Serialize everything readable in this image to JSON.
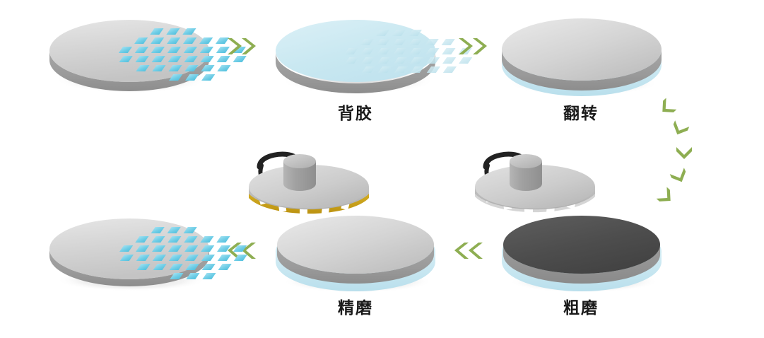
{
  "diagram": {
    "title_visible": false,
    "background": "#ffffff",
    "colors": {
      "wafer_top": "#d2d2d2",
      "wafer_top_light": "#e2e2e2",
      "wafer_edge": "#9b9b9b",
      "die_cyan": "#5ec8e4",
      "die_cyan_light": "#a9e4f2",
      "adhesive_blue": "#cfeaf2",
      "adhesive_blue_edge": "#bfe2ee",
      "rough_surface": "#4a4a4a",
      "rough_surface_light": "#585858",
      "chevron_green": "#8eae52",
      "grinder_gold": "#c9a21c",
      "grinder_gray": "#bdbdbd",
      "hub_gray": "#a8a8a8",
      "arrow_black": "#1a1a1a",
      "label_text": "#1a1a1a"
    },
    "steps": [
      {
        "id": "step-1-patterned-wafer",
        "label": "",
        "name": "patterned-wafer-front-side",
        "description": "patterned wafer with cyan dies on top"
      },
      {
        "id": "step-2-backside-adhesive",
        "label": "背胶",
        "name": "wafer-with-backing-tape",
        "description": "wafer covered with light blue adhesive film"
      },
      {
        "id": "step-3-flip",
        "label": "翻转",
        "name": "flipped-wafer",
        "description": "wafer flipped over, adhesive film on bottom"
      },
      {
        "id": "step-4-coarse-grind",
        "label": "粗磨",
        "name": "coarse-grinding",
        "description": "coarse grinding wheel over dark rough wafer surface"
      },
      {
        "id": "step-5-fine-grind",
        "label": "精磨",
        "name": "fine-grinding",
        "description": "fine grinding wheel with gold segments over smooth wafer"
      },
      {
        "id": "step-6-thinned-wafer",
        "label": "",
        "name": "thinned-wafer-result",
        "description": "final thinned patterned wafer"
      }
    ],
    "connectors": [
      {
        "name": "arrow-step1-to-step2",
        "direction": "right",
        "glyph": "»"
      },
      {
        "name": "arrow-step2-to-step3",
        "direction": "right",
        "glyph": "»"
      },
      {
        "name": "arrow-step3-to-step4",
        "direction": "curve-down",
        "glyph": "curved-chevrons"
      },
      {
        "name": "arrow-step4-to-step5",
        "direction": "left",
        "glyph": "«"
      },
      {
        "name": "arrow-step5-to-step6",
        "direction": "left",
        "glyph": "«"
      }
    ],
    "rotation_arrows": [
      {
        "name": "rotation-arrow-fine-grinder"
      },
      {
        "name": "rotation-arrow-coarse-grinder"
      }
    ]
  }
}
